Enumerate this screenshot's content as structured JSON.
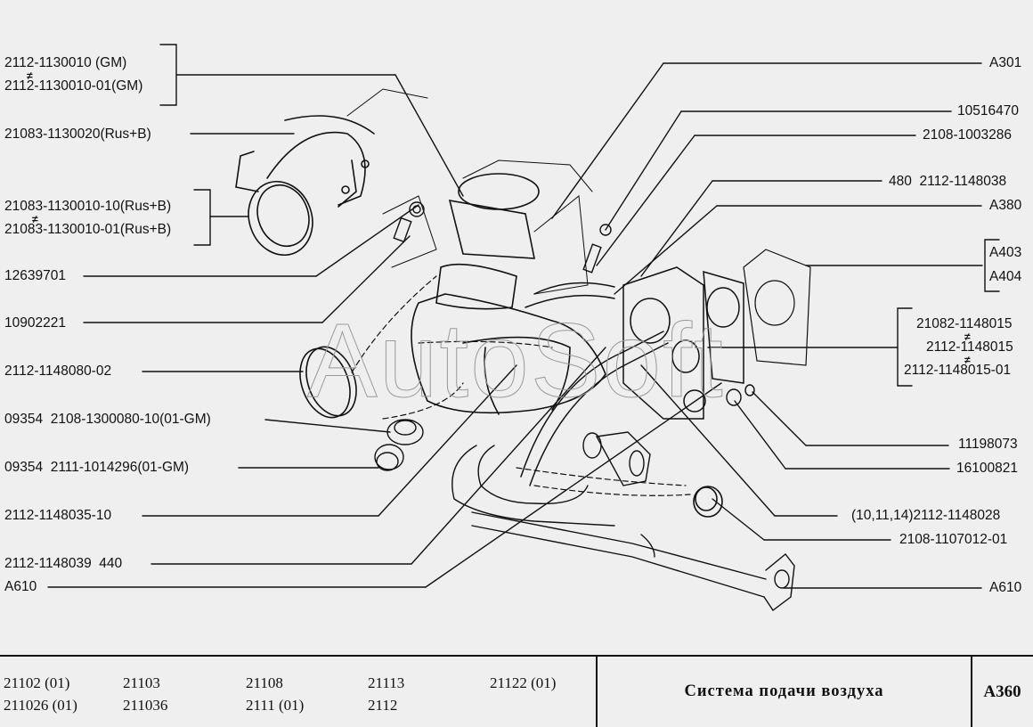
{
  "watermark": "AutoSoft",
  "left_callouts": {
    "group_gm": {
      "line1": "2112-1130010     (GM)",
      "line2": "2112-1130010-01(GM)",
      "separator": "≠"
    },
    "rus_b_main": "21083-1130020(Rus+B)",
    "group_rus_b": {
      "line1": "21083-1130010-10(Rus+B)",
      "line2": "21083-1130010-01(Rus+B)",
      "separator": "≠"
    },
    "bolt": "12639701",
    "washer": "10902221",
    "clamp": "2112-1148080-02",
    "plug_1": "09354  2108-1300080-10(01-GM)",
    "plug_2": "09354  2111-1014296(01-GM)",
    "hose": "2112-1148035-10",
    "pipe": "2112-1148039  440",
    "ref_a610": "A610"
  },
  "right_callouts": {
    "ref_a301": "A301",
    "nut": "10516470",
    "washer": "2108-1003286",
    "gasket": "480  2112-1148038",
    "ref_a380": "A380",
    "group_a40x": {
      "line1": "A403",
      "line2": "A404"
    },
    "group_throttle": {
      "line1": "21082-1148015",
      "line2": "2112-1148015",
      "line3": "2112-1148015-01",
      "separator": "≠"
    },
    "nut_2": "11198073",
    "washer_2": "16100821",
    "hose_2": "(10,11,14)2112-1148028",
    "clamp_2": "2108-1107012-01",
    "ref_a610": "A610"
  },
  "footer": {
    "models": [
      [
        "21102 (01)",
        "21103",
        "21108",
        "21113",
        "21122 (01)"
      ],
      [
        "211026 (01)",
        "211036",
        "2111 (01)",
        "2112",
        ""
      ]
    ],
    "title": "Система подачи воздуха",
    "code": "A360"
  }
}
